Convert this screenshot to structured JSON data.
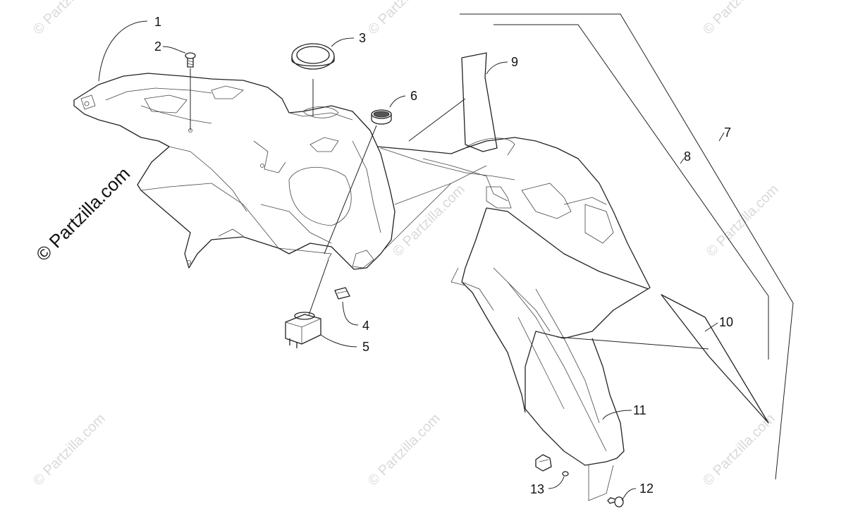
{
  "copyright": "© Partzilla.com",
  "watermark": "© Partzilla.com",
  "callouts": [
    "1",
    "2",
    "3",
    "4",
    "5",
    "6",
    "7",
    "8",
    "9",
    "10",
    "11",
    "12",
    "13"
  ]
}
